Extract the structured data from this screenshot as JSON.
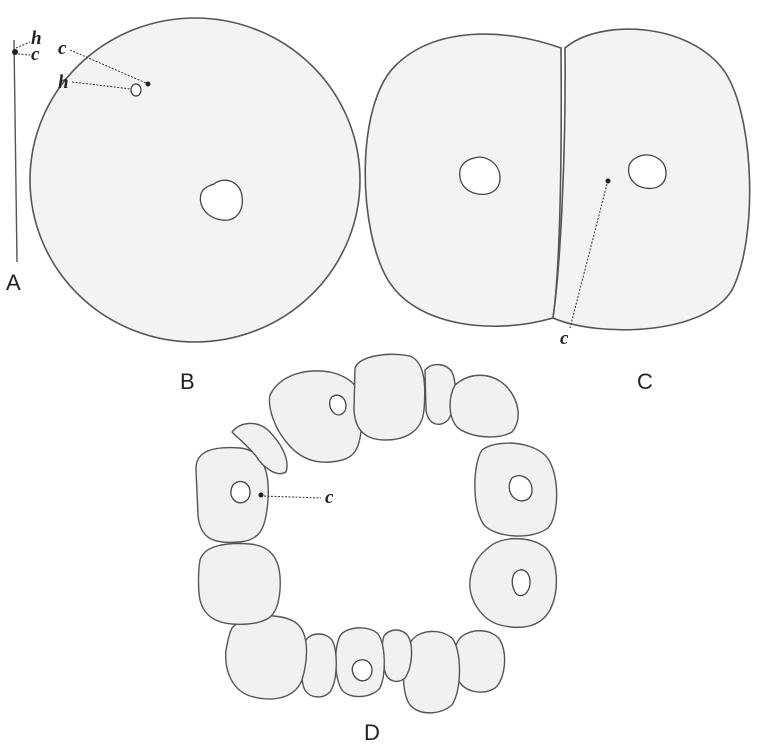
{
  "panels": {
    "a": {
      "letter": "A",
      "labels": {
        "h": "h",
        "c": "c"
      }
    },
    "b": {
      "letter": "B",
      "labels": {
        "c": "c",
        "h": "h"
      }
    },
    "c": {
      "letter": "C",
      "labels": {
        "c": "c"
      }
    },
    "d": {
      "letter": "D",
      "labels": {
        "c": "c"
      }
    }
  }
}
